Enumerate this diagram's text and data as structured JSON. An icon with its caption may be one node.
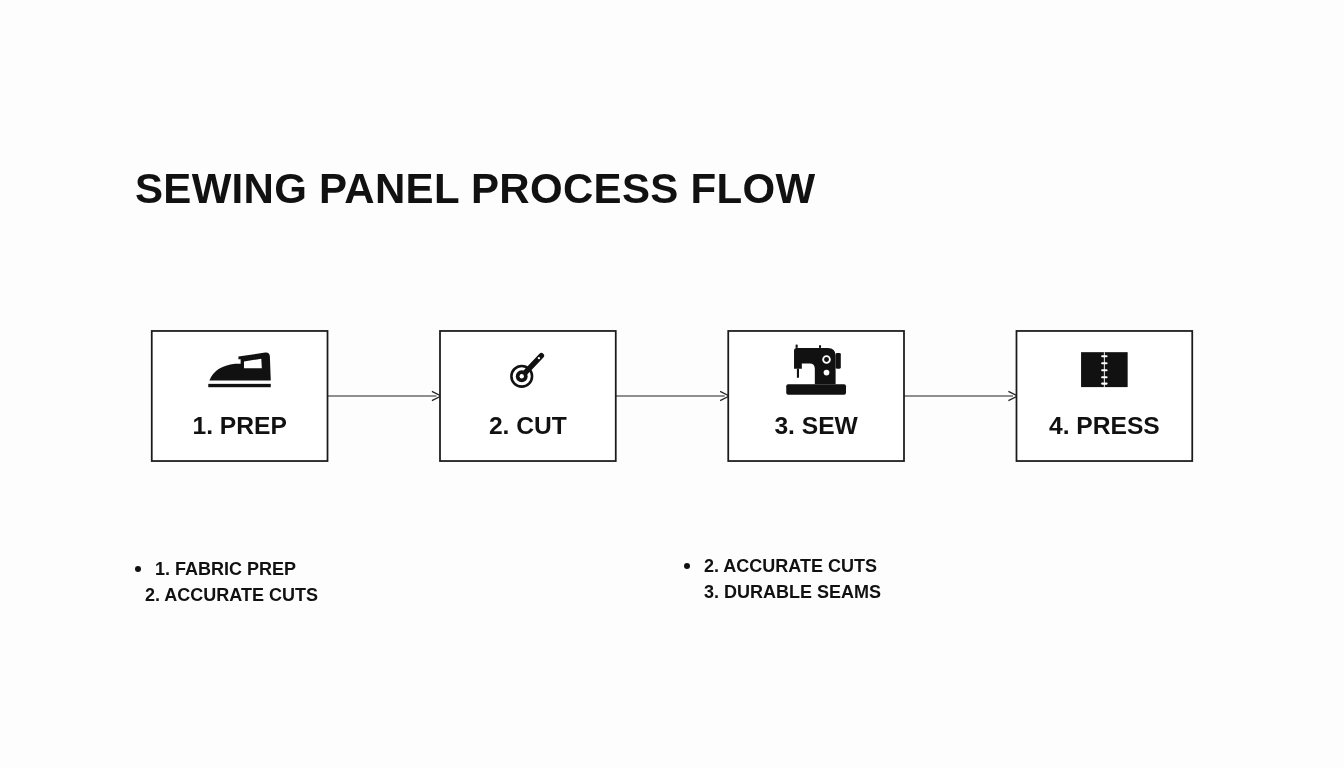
{
  "diagram": {
    "title": "SEWING PANEL PROCESS FLOW",
    "nodes": [
      {
        "text": [
          "1. PREP"
        ]
      },
      {
        "text": [
          "2. CUT"
        ]
      },
      {
        "text": [
          "3. SEW"
        ]
      },
      {
        "text": [
          "4. PRESS"
        ]
      }
    ],
    "edges": [
      {
        "from": 0,
        "to": 1,
        "arrow": "to"
      },
      {
        "from": 1,
        "to": 2,
        "arrow": "to"
      },
      {
        "from": 2,
        "to": 3,
        "arrow": "to"
      }
    ],
    "labels": [
      "1. FABRIC PREP",
      "2. ACCURATE CUTS",
      "2. ACCURATE CUTS",
      "3. DURABLE SEAMS"
    ]
  }
}
